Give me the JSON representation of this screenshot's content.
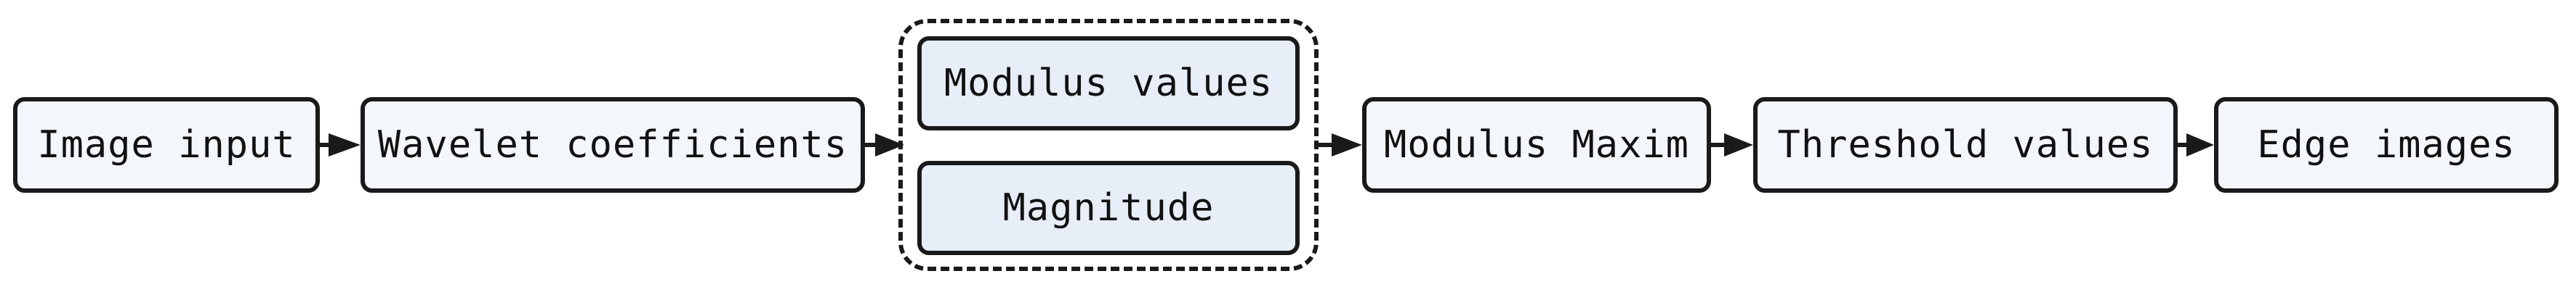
{
  "diagram": {
    "nodes": {
      "image_input": "Image input",
      "wavelet_coefficients": "Wavelet coefficients",
      "modulus_values": "Modulus values",
      "magnitude": "Magnitude",
      "modulus_maxim": "Modulus Maxim",
      "threshold_values": "Threshold values",
      "edge_images": "Edge images"
    },
    "edges": [
      [
        "image_input",
        "wavelet_coefficients"
      ],
      [
        "wavelet_coefficients",
        "modulus_group"
      ],
      [
        "modulus_group",
        "modulus_maxim"
      ],
      [
        "modulus_maxim",
        "threshold_values"
      ],
      [
        "threshold_values",
        "edge_images"
      ]
    ]
  }
}
